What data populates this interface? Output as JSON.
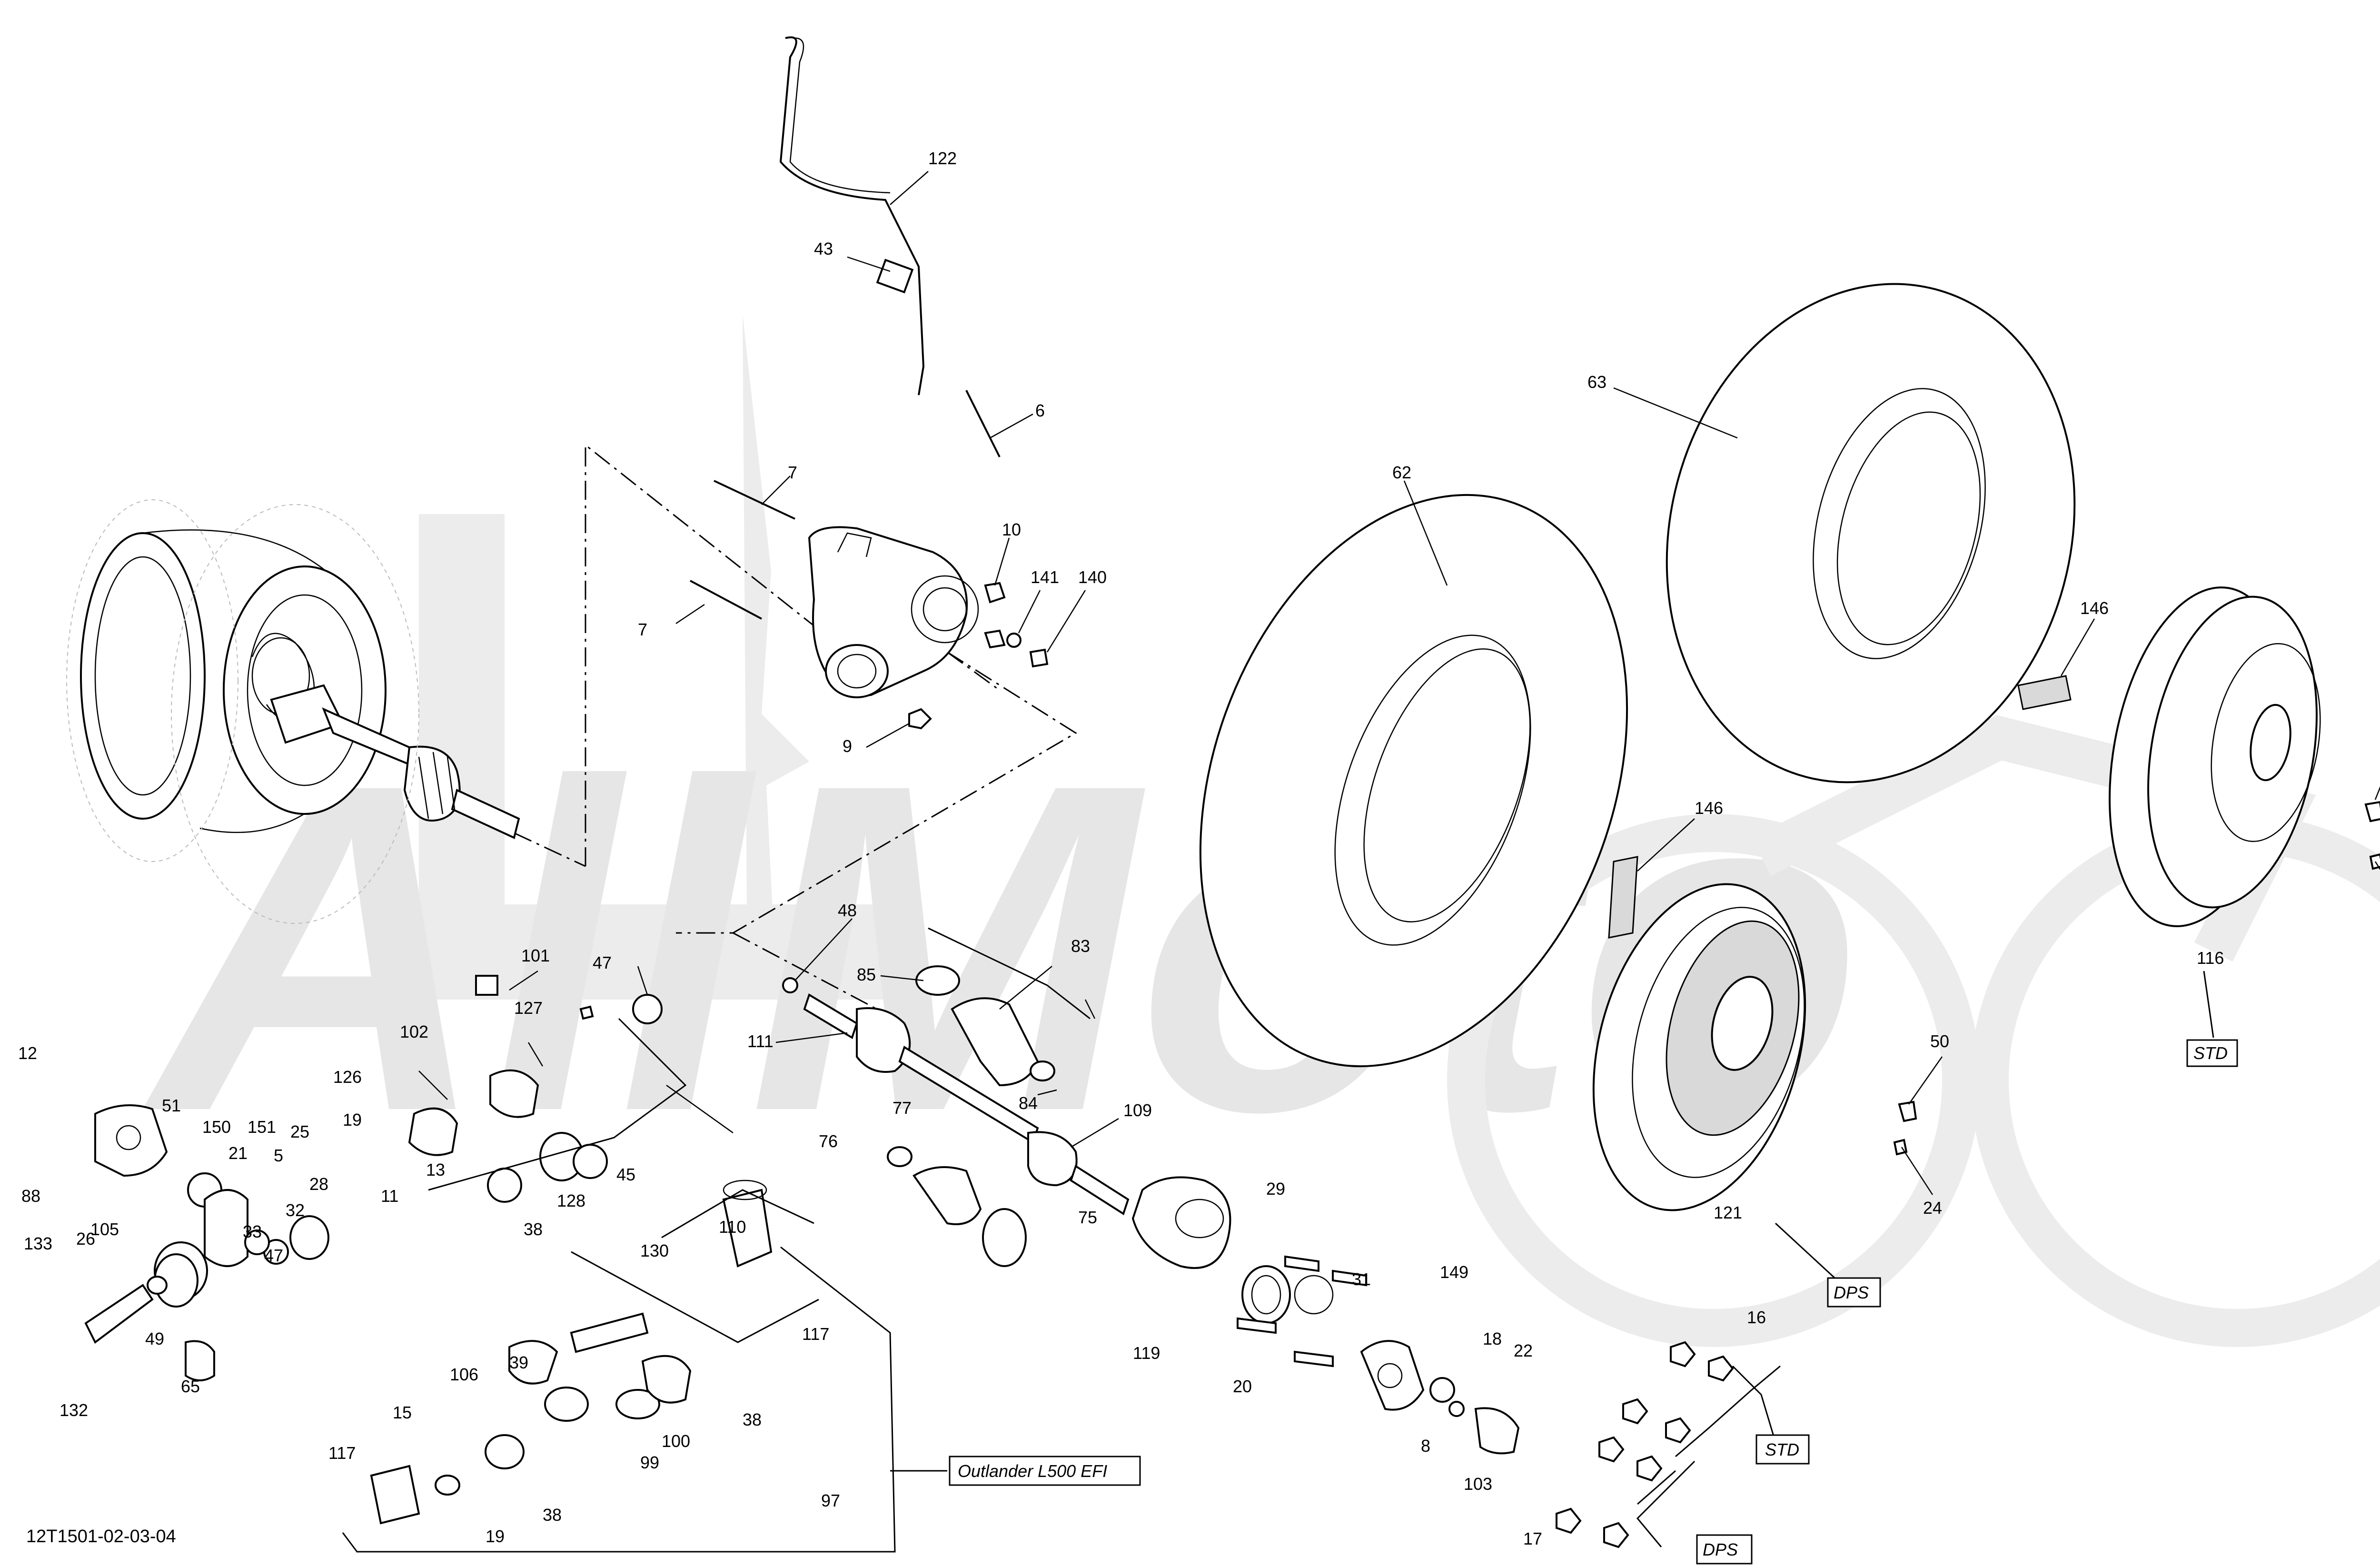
{
  "diagram": {
    "code": "12T1501-02-03-04",
    "watermark": "AllMoto",
    "callouts": [
      "122",
      "43",
      "6",
      "7",
      "7",
      "10",
      "141",
      "140",
      "9",
      "63",
      "62",
      "146",
      "146",
      "50",
      "50",
      "24",
      "24",
      "116",
      "121",
      "48",
      "83",
      "85",
      "111",
      "101",
      "47",
      "127",
      "102",
      "126",
      "12",
      "51",
      "150",
      "151",
      "21",
      "5",
      "25",
      "19",
      "88",
      "105",
      "84",
      "109",
      "77",
      "76",
      "110",
      "75",
      "29",
      "119",
      "31",
      "149",
      "18",
      "22",
      "13",
      "11",
      "28",
      "32",
      "33",
      "47",
      "26",
      "133",
      "132",
      "49",
      "65",
      "45",
      "128",
      "38",
      "130",
      "117",
      "39",
      "106",
      "38",
      "100",
      "99",
      "97",
      "117",
      "15",
      "19",
      "38",
      "20",
      "20",
      "8",
      "103",
      "16",
      "17"
    ],
    "boxes": {
      "std": "STD",
      "dps": "DPS",
      "outlander": "Outlander L500 EFI"
    }
  }
}
